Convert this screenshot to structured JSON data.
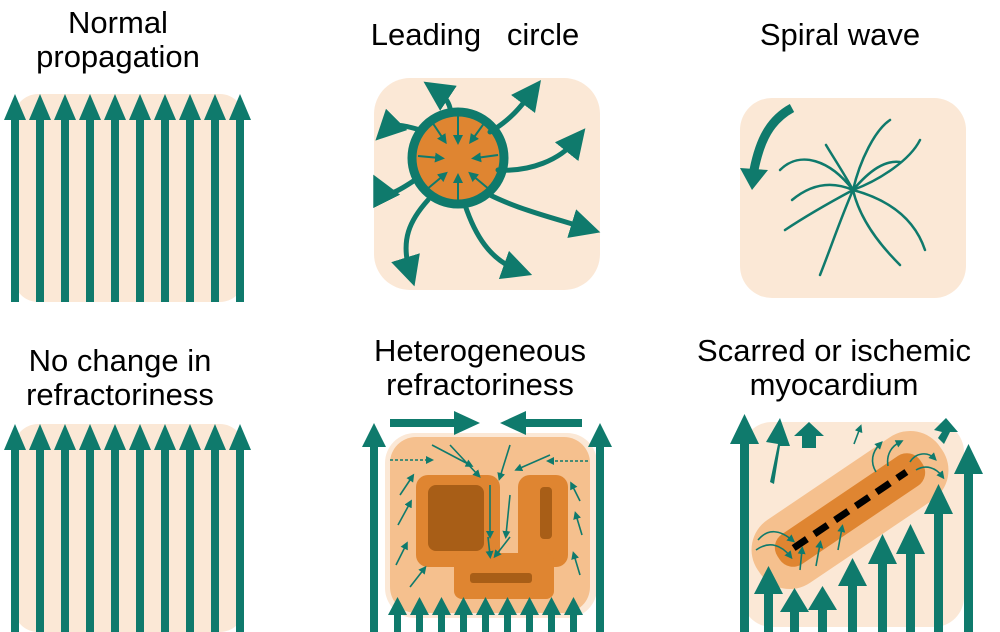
{
  "titles": {
    "normal": "Normal\npropagation",
    "leading": "Leading   circle",
    "spiral": "Spiral wave",
    "no_change": "No change in\nrefractoriness",
    "heterogeneous": "Heterogeneous\nrefractoriness",
    "scarred": "Scarred or ischemic\nmyocardium"
  },
  "colors": {
    "arrow_teal": "#0f7a6c",
    "tissue_light": "#fbe8d6",
    "tissue_mid": "#f5c08e",
    "tissue_orange": "#df8531",
    "tissue_dark": "#a85e17",
    "scar_line": "#000000"
  }
}
